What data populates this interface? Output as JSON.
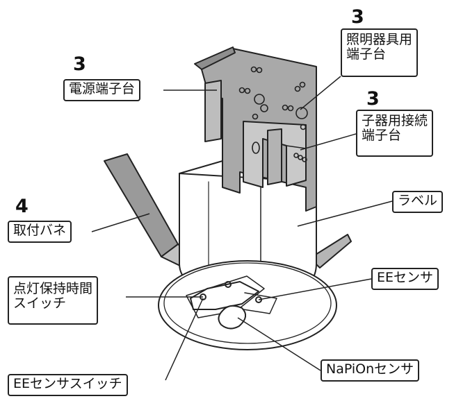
{
  "callouts": {
    "power_terminal": {
      "number": "3",
      "label": "電源端子台"
    },
    "fixture_terminal": {
      "number": "3",
      "lines": [
        "照明器具用",
        "端子台"
      ]
    },
    "child_terminal": {
      "number": "3",
      "lines": [
        "子器用接続",
        "端子台"
      ]
    },
    "label_sticker": {
      "label": "ラベル"
    },
    "spring": {
      "number": "4",
      "label": "取付バネ"
    },
    "hold_switch": {
      "lines": [
        "点灯保持時間",
        "スイッチ"
      ]
    },
    "ee_sensor": {
      "label": "EEセンサ"
    },
    "napion_sensor": {
      "label": "NaPiOnセンサ"
    },
    "ee_sensor_switch": {
      "label": "EEセンサスイッチ"
    }
  },
  "colors": {
    "outline": "#222222",
    "plate_fill": "#a9a9a9",
    "body_fill": "#ffffff"
  }
}
